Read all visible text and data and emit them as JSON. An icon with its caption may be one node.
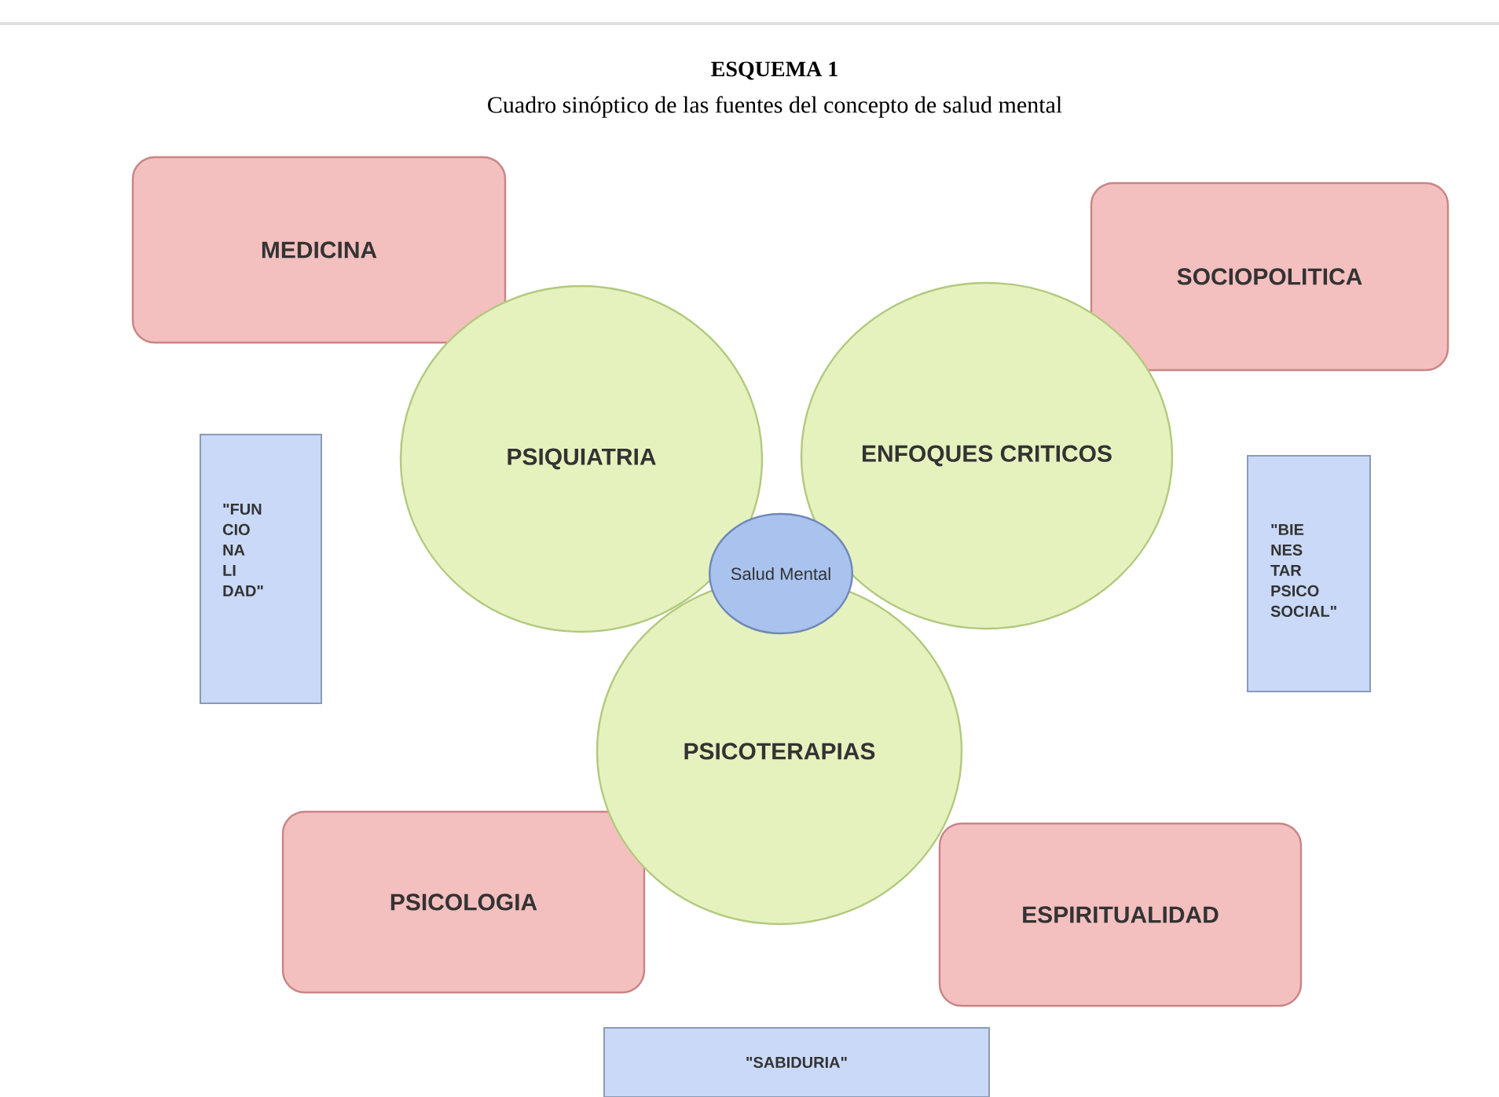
{
  "diagram": {
    "title": "ESQUEMA 1",
    "caption": "Cuadro sinóptico de las fuentes del concepto de salud mental",
    "nodes": [
      {
        "text": [
          "MEDICINA"
        ]
      },
      {
        "text": [
          "SOCIOPOLITICA"
        ]
      },
      {
        "text": [
          "PSIQUIATRIA"
        ]
      },
      {
        "text": [
          "ENFOQUES CRITICOS"
        ]
      },
      {
        "text": [
          "\"FUN CIO NA LI DAD\""
        ]
      },
      {
        "text": [
          "\"BIE NES TAR PSICO SOCIAL\""
        ]
      },
      {
        "text": [
          "Salud Mental"
        ]
      },
      {
        "text": [
          "PSICOTERAPIAS"
        ]
      },
      {
        "text": [
          "PSICOLOGIA"
        ]
      },
      {
        "text": [
          "ESPIRITUALIDAD"
        ]
      },
      {
        "text": [
          "\"SABIDURIA\""
        ]
      }
    ]
  }
}
